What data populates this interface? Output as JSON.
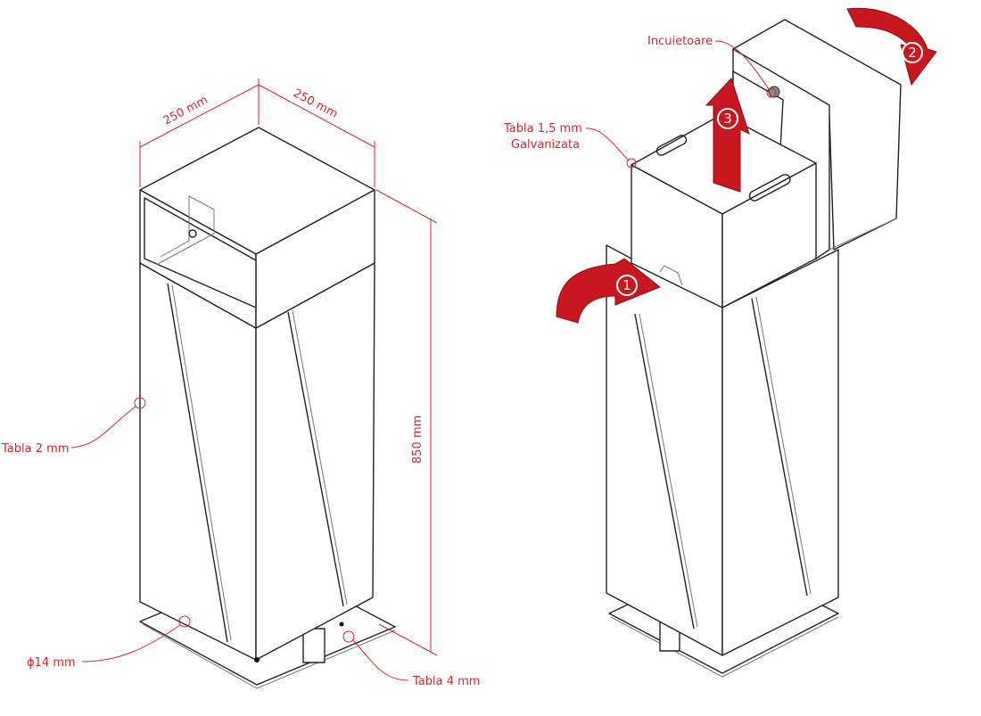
{
  "left_view": {
    "dim_width_1": "250 mm",
    "dim_width_2": "250 mm",
    "dim_height": "850 mm",
    "label_sheet_body": "Tabla 2 mm",
    "label_bolt": "ϕ14 mm",
    "label_base_plate": "Tabla 4 mm"
  },
  "right_view": {
    "label_lock": "Incuietoare",
    "label_inner_bin_1": "Tabla 1,5 mm",
    "label_inner_bin_2": "Galvanizata",
    "steps": [
      "1",
      "2",
      "3"
    ]
  },
  "colors": {
    "annotation": "#d9262e",
    "arrow": "#c8171f",
    "line": "#222222"
  }
}
